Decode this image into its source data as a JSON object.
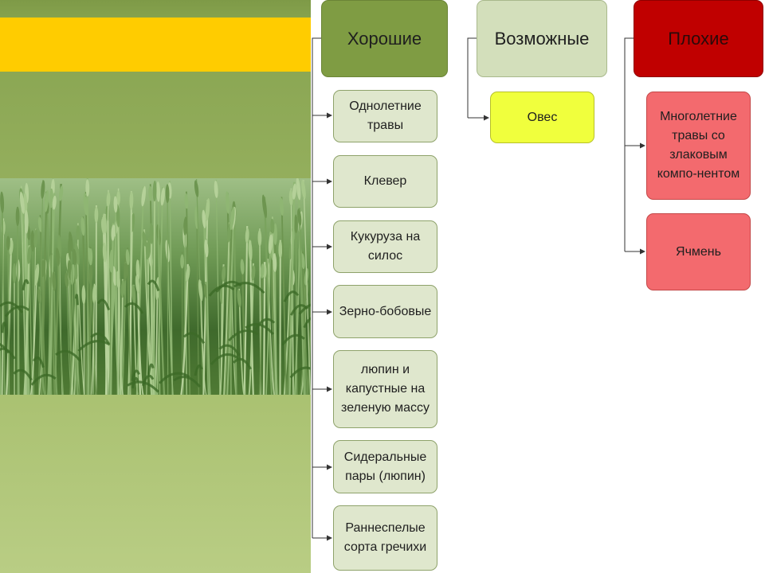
{
  "categories": {
    "good": {
      "title": "Хорошие",
      "items": [
        {
          "label": "Однолетние травы"
        },
        {
          "label": "Клевер"
        },
        {
          "label": "Кукуруза на силос"
        },
        {
          "label": "Зерно-бобовые"
        },
        {
          "label": "люпин и капустные на зеленую массу"
        },
        {
          "label": "Сидеральные пары (люпин)"
        },
        {
          "label": "Раннеспелые сорта гречихи"
        }
      ]
    },
    "possible": {
      "title": "Возможные",
      "items": [
        {
          "label": "Овес"
        }
      ]
    },
    "bad": {
      "title": "Плохие",
      "items": [
        {
          "label": "Многолетние травы со злаковым компо-нентом"
        },
        {
          "label": "Ячмень"
        }
      ]
    }
  },
  "colors": {
    "good_header": "#7f9c43",
    "possible_header": "#d3dfbb",
    "bad_header": "#c00000",
    "good_item": "#dfe7cd",
    "possible_item": "#f0ff3d",
    "bad_item": "#f36a6e",
    "accent_yellow": "#ffcc00"
  },
  "photo": {
    "subject": "wheat-field"
  }
}
